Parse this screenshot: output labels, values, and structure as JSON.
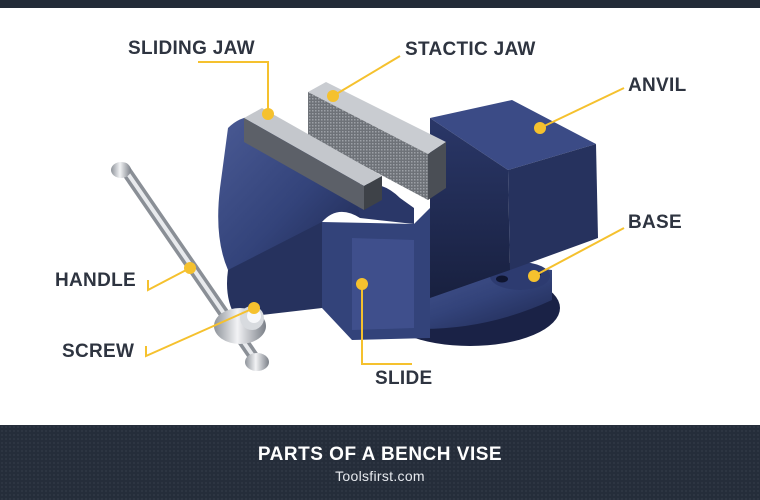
{
  "diagram": {
    "labels": {
      "sliding_jaw": "SLIDING JAW",
      "static_jaw": "STACTIC JAW",
      "anvil": "ANVIL",
      "base": "BASE",
      "handle": "HANDLE",
      "screw": "SCREW",
      "slide": "SLIDE"
    },
    "colors": {
      "vise_body": "#33437a",
      "vise_dark": "#1f2a52",
      "leader_line": "#f5c12e",
      "label_text": "#2e3440"
    }
  },
  "footer": {
    "title": "PARTS OF A BENCH VISE",
    "subtitle": "Toolsfirst.com"
  }
}
